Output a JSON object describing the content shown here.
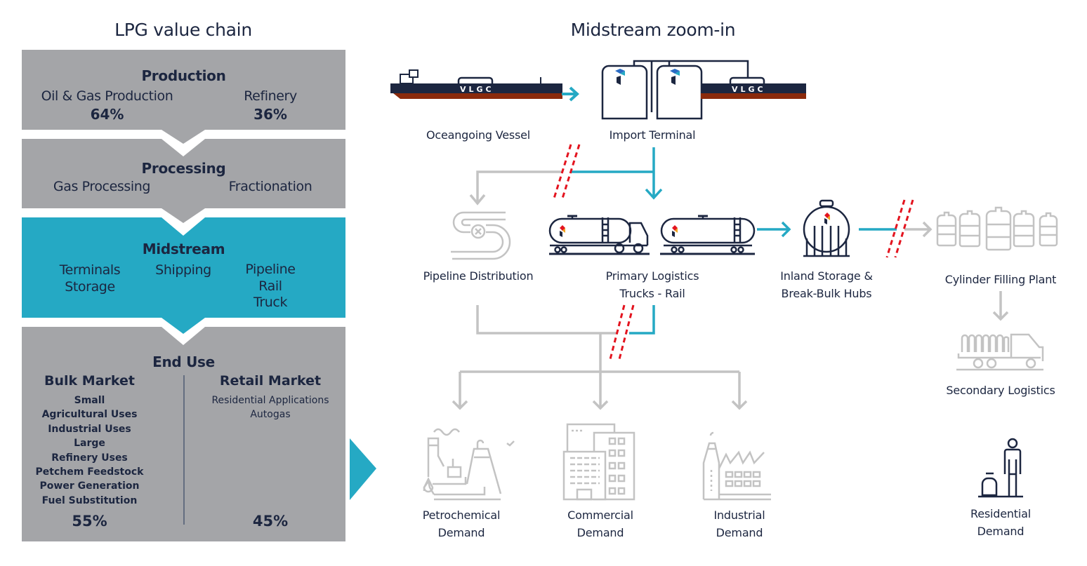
{
  "left_panel": {
    "title": "LPG value chain",
    "stages": [
      {
        "name": "Production",
        "items": [
          {
            "label": "Oil & Gas Production",
            "share": "64%"
          },
          {
            "label": "Refinery",
            "share": "36%"
          }
        ]
      },
      {
        "name": "Processing",
        "items": [
          {
            "label": "Gas Processing"
          },
          {
            "label": "Fractionation"
          }
        ]
      },
      {
        "name": "Midstream",
        "highlighted": true,
        "columns": [
          [
            "Terminals",
            "Storage"
          ],
          [
            "Shipping"
          ],
          [
            "Pipeline",
            "Rail",
            "Truck"
          ]
        ]
      },
      {
        "name": "End Use",
        "bulk": {
          "heading": "Bulk Market",
          "items": [
            "Small",
            "Agricultural Uses",
            "Industrial Uses",
            "Large",
            "Refinery Uses",
            "Petchem Feedstock",
            "Power Generation",
            "Fuel Substitution"
          ],
          "share": "55%"
        },
        "retail": {
          "heading": "Retail Market",
          "items": [
            "Residential Applications",
            "Autogas"
          ],
          "share": "45%"
        }
      }
    ]
  },
  "right_panel": {
    "title": "Midstream zoom-in",
    "vessel_label": "VLGC",
    "nodes": {
      "vessel": "Oceangoing Vessel",
      "terminal": "Import Terminal",
      "pipeline": "Pipeline Distribution",
      "primary": [
        "Primary Logistics",
        "Trucks - Rail"
      ],
      "inland": [
        "Inland Storage &",
        "Break-Bulk Hubs"
      ],
      "cylinder": "Cylinder Filling Plant",
      "secondary": "Secondary Logistics",
      "petrochemical": [
        "Petrochemical",
        "Demand"
      ],
      "commercial": [
        "Commercial",
        "Demand"
      ],
      "industrial": [
        "Industrial",
        "Demand"
      ],
      "residential": [
        "Residential",
        "Demand"
      ]
    }
  },
  "colors": {
    "navy": "#1c2640",
    "teal": "#25a9c4",
    "grey_box": "#a4a5a8",
    "grey_line": "#c3c3c3",
    "rust": "#8a2a0c",
    "break_red": "#e3141f"
  }
}
